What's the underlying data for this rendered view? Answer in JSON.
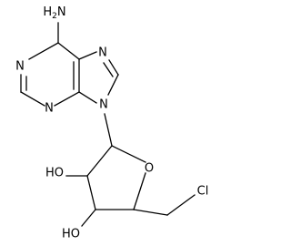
{
  "diagram": {
    "atoms": {
      "amine": "NH2",
      "amine_h": "H",
      "amine_n": "N",
      "amine_sub": "2",
      "n1": "N",
      "n3": "N",
      "n7": "N",
      "n9": "N",
      "ring_o": "O",
      "ho_2": "HO",
      "ho_3": "HO",
      "cl": "Cl"
    },
    "colors": {
      "bond": "#000000",
      "text": "#000000",
      "background": "#ffffff"
    }
  }
}
